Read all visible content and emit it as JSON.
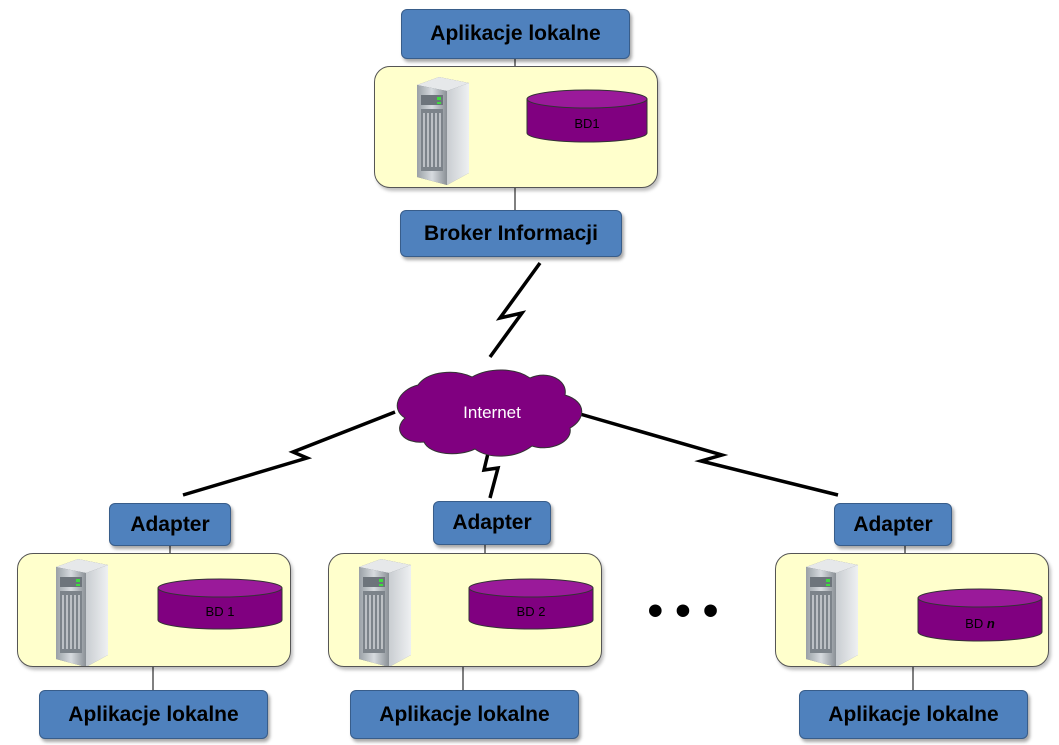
{
  "top": {
    "apps_label": "Aplikacje lokalne",
    "db_label": "BD1",
    "broker_label": "Broker Informacji"
  },
  "network": {
    "label": "Internet"
  },
  "sites": [
    {
      "adapter_label": "Adapter",
      "db_label": "BD 1",
      "apps_label": "Aplikacje lokalne"
    },
    {
      "adapter_label": "Adapter",
      "db_label": "BD 2",
      "apps_label": "Aplikacje lokalne"
    },
    {
      "adapter_label": "Adapter",
      "db_label": "BD",
      "db_suffix": "n",
      "apps_label": "Aplikacje lokalne"
    }
  ],
  "ellipsis": "• • •",
  "colors": {
    "label_fill": "#4f81bd",
    "panel_fill": "#ffffcc",
    "database_fill": "#800080",
    "cloud_fill": "#800080"
  },
  "icons": [
    "server-icon",
    "database-icon",
    "cloud-icon",
    "lightning-link-icon"
  ]
}
